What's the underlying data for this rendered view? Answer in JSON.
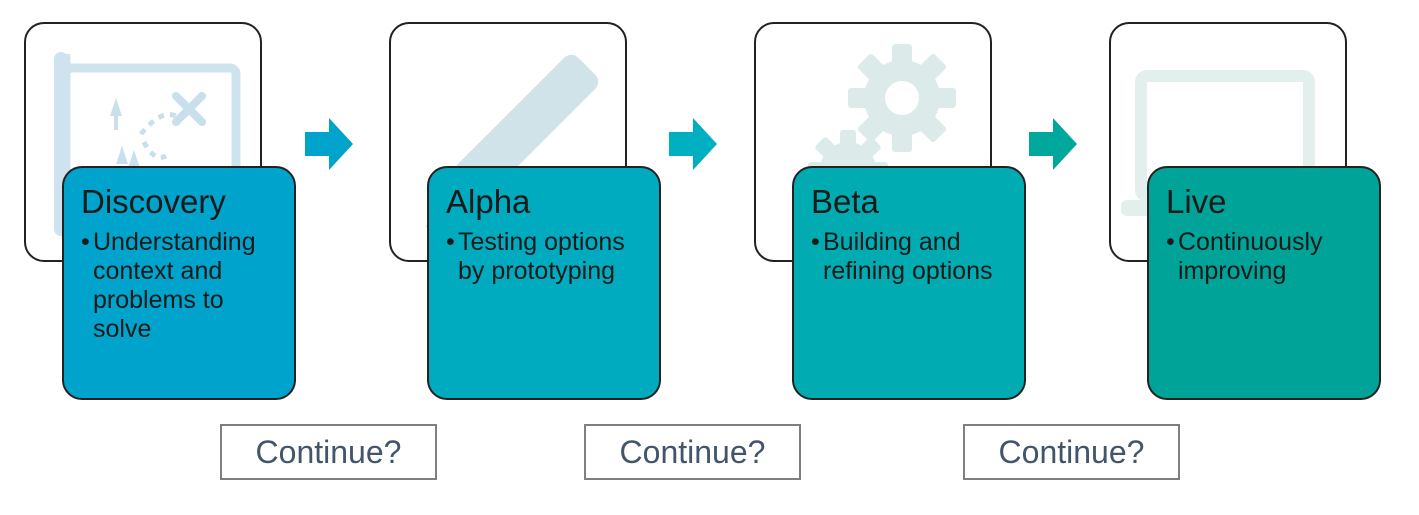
{
  "phases": [
    {
      "title": "Discovery",
      "bullet": "Understanding context and problems to solve",
      "icon": "map-icon",
      "color": "#00a3cc"
    },
    {
      "title": "Alpha",
      "bullet": "Testing options by prototyping",
      "icon": "pencil-icon",
      "color": "#00abc0"
    },
    {
      "title": "Beta",
      "bullet": "Building and refining options",
      "icon": "gear-icon",
      "color": "#00acb2"
    },
    {
      "title": "Live",
      "bullet": "Continuously improving",
      "icon": "laptop-icon",
      "color": "#00a398"
    }
  ],
  "gates": [
    {
      "label": "Continue?"
    },
    {
      "label": "Continue?"
    },
    {
      "label": "Continue?"
    }
  ],
  "arrow_colors": [
    "#00a3cc",
    "#00b0c0",
    "#00a89c"
  ]
}
